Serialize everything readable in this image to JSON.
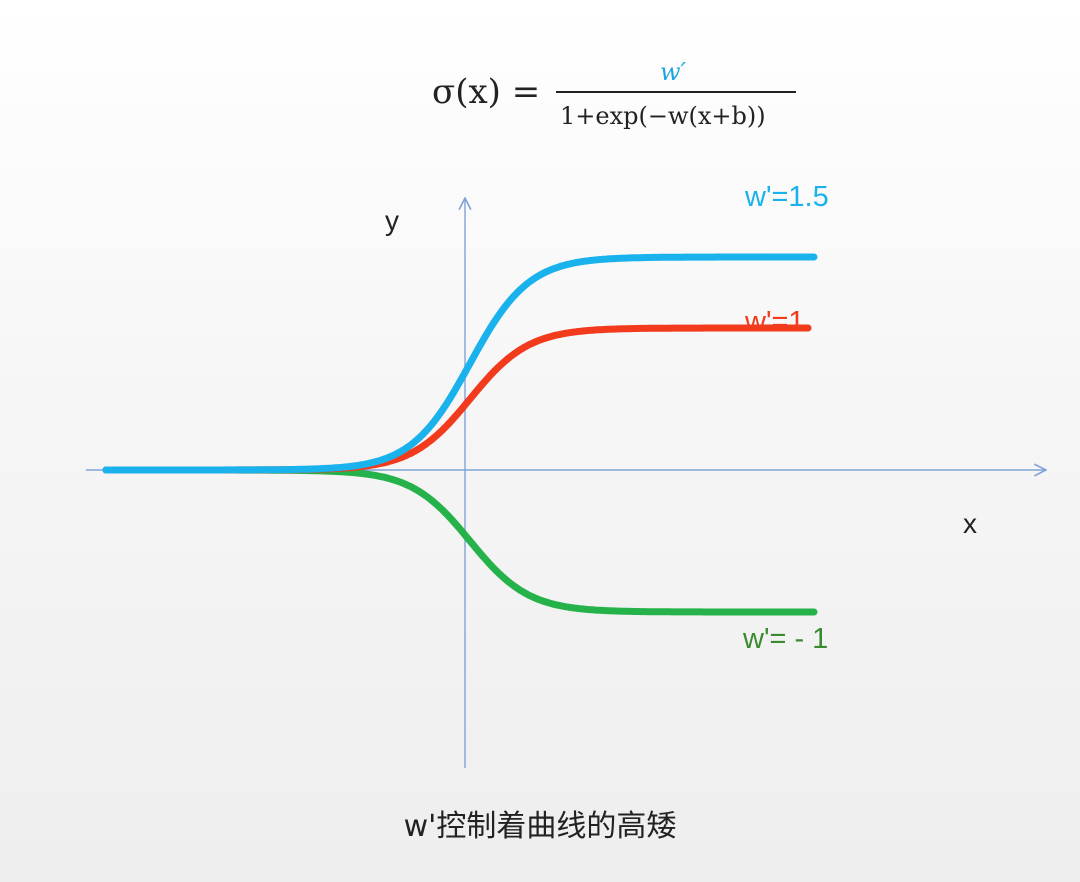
{
  "formula": {
    "lhs": "σ(x) =",
    "numerator": "w′",
    "denominator": "1+exp(−w(x+b))",
    "numerator_color": "#1aa7e0"
  },
  "axes": {
    "y_label": "y",
    "x_label": "x",
    "color": "#7fa3d6"
  },
  "chart_data": {
    "type": "line",
    "series": [
      {
        "name": "w'=1.5",
        "amplitude": 1.5,
        "color": "#1ab2ec"
      },
      {
        "name": "w'=1",
        "amplitude": 1,
        "color": "#f23a1c"
      },
      {
        "name": "w'= - 1",
        "amplitude": -1,
        "color": "#26b24a",
        "label_color": "#3a8a30"
      }
    ]
  },
  "caption": "w'控制着曲线的高矮"
}
